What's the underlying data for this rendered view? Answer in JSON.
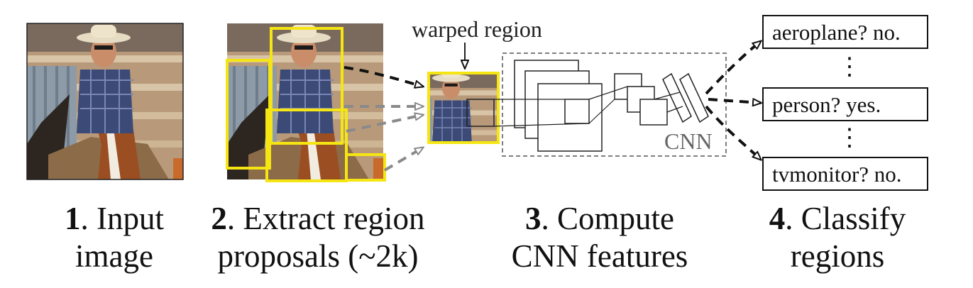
{
  "warped_label": "warped region",
  "cnn_label": "CNN",
  "classes": [
    {
      "text": "aeroplane? no."
    },
    {
      "text": "person? yes."
    },
    {
      "text": "tvmonitor? no."
    }
  ],
  "vdots": "⋮",
  "steps": [
    {
      "num": "1",
      "line1": ". Input",
      "line2": "image"
    },
    {
      "num": "2",
      "line1": ". Extract region",
      "line2": "proposals (~2k)"
    },
    {
      "num": "3",
      "line1": ". Compute",
      "line2": "CNN features"
    },
    {
      "num": "4",
      "line1": ". Classify",
      "line2": "regions"
    }
  ],
  "colors": {
    "proposal_box": "#f5e512",
    "arrow_black": "#111111",
    "arrow_gray": "#8a8a8a"
  }
}
